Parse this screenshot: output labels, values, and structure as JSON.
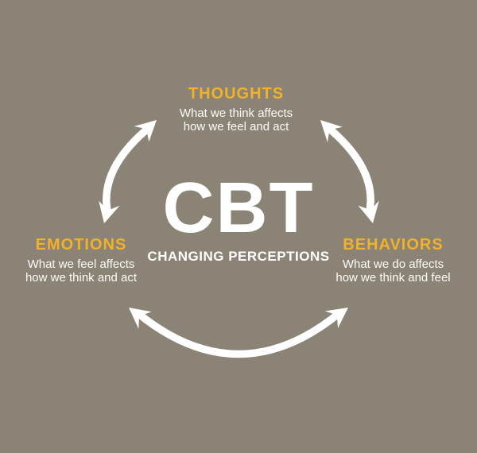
{
  "colors": {
    "background": "#8b8375",
    "accent": "#f0b228",
    "text": "#fdfcf8",
    "arrow": "#ffffff"
  },
  "center": {
    "title": "CBT",
    "subtitle": "CHANGING PERCEPTIONS"
  },
  "nodes": {
    "thoughts": {
      "label": "THOUGHTS",
      "desc_line1": "What we think affects",
      "desc_line2": "how we feel and act"
    },
    "emotions": {
      "label": "EMOTIONS",
      "desc_line1": "What we feel affects",
      "desc_line2": "how we think and act"
    },
    "behaviors": {
      "label": "BEHAVIORS",
      "desc_line1": "What we do affects",
      "desc_line2": "how we think and feel"
    }
  },
  "arrows": {
    "left": "emotions-thoughts-double-arrow",
    "right": "thoughts-behaviors-double-arrow",
    "bottom": "emotions-behaviors-double-arrow"
  }
}
